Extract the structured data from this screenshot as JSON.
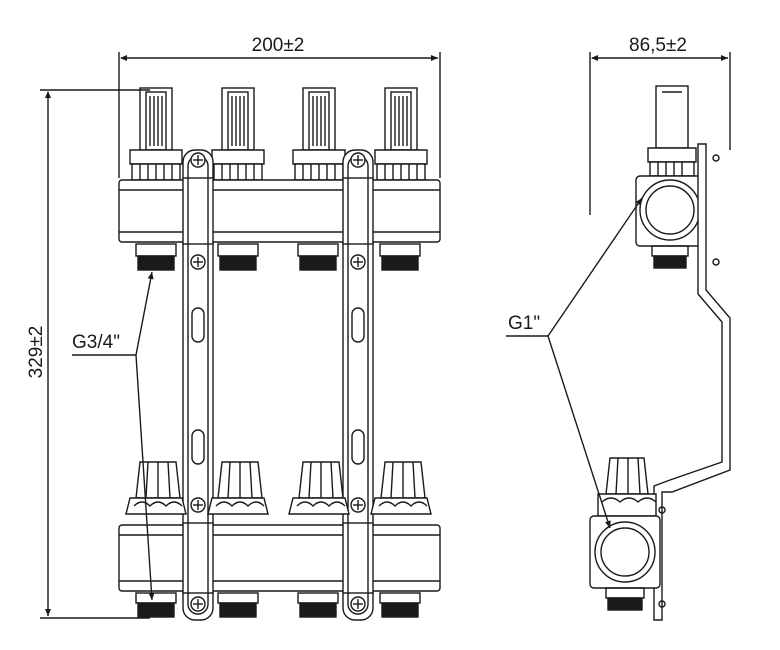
{
  "drawing": {
    "front_view": {
      "width_dimension": "200±2",
      "height_dimension": "329±2",
      "outlet_thread_label": "G3/4\"",
      "outlet_count": 4
    },
    "side_view": {
      "depth_dimension": "86,5±2",
      "inlet_thread_label": "G1\""
    }
  },
  "colors": {
    "line": "#1a1a1a",
    "fill_light": "#ffffff",
    "fill_shade": "#e6e6e6"
  }
}
